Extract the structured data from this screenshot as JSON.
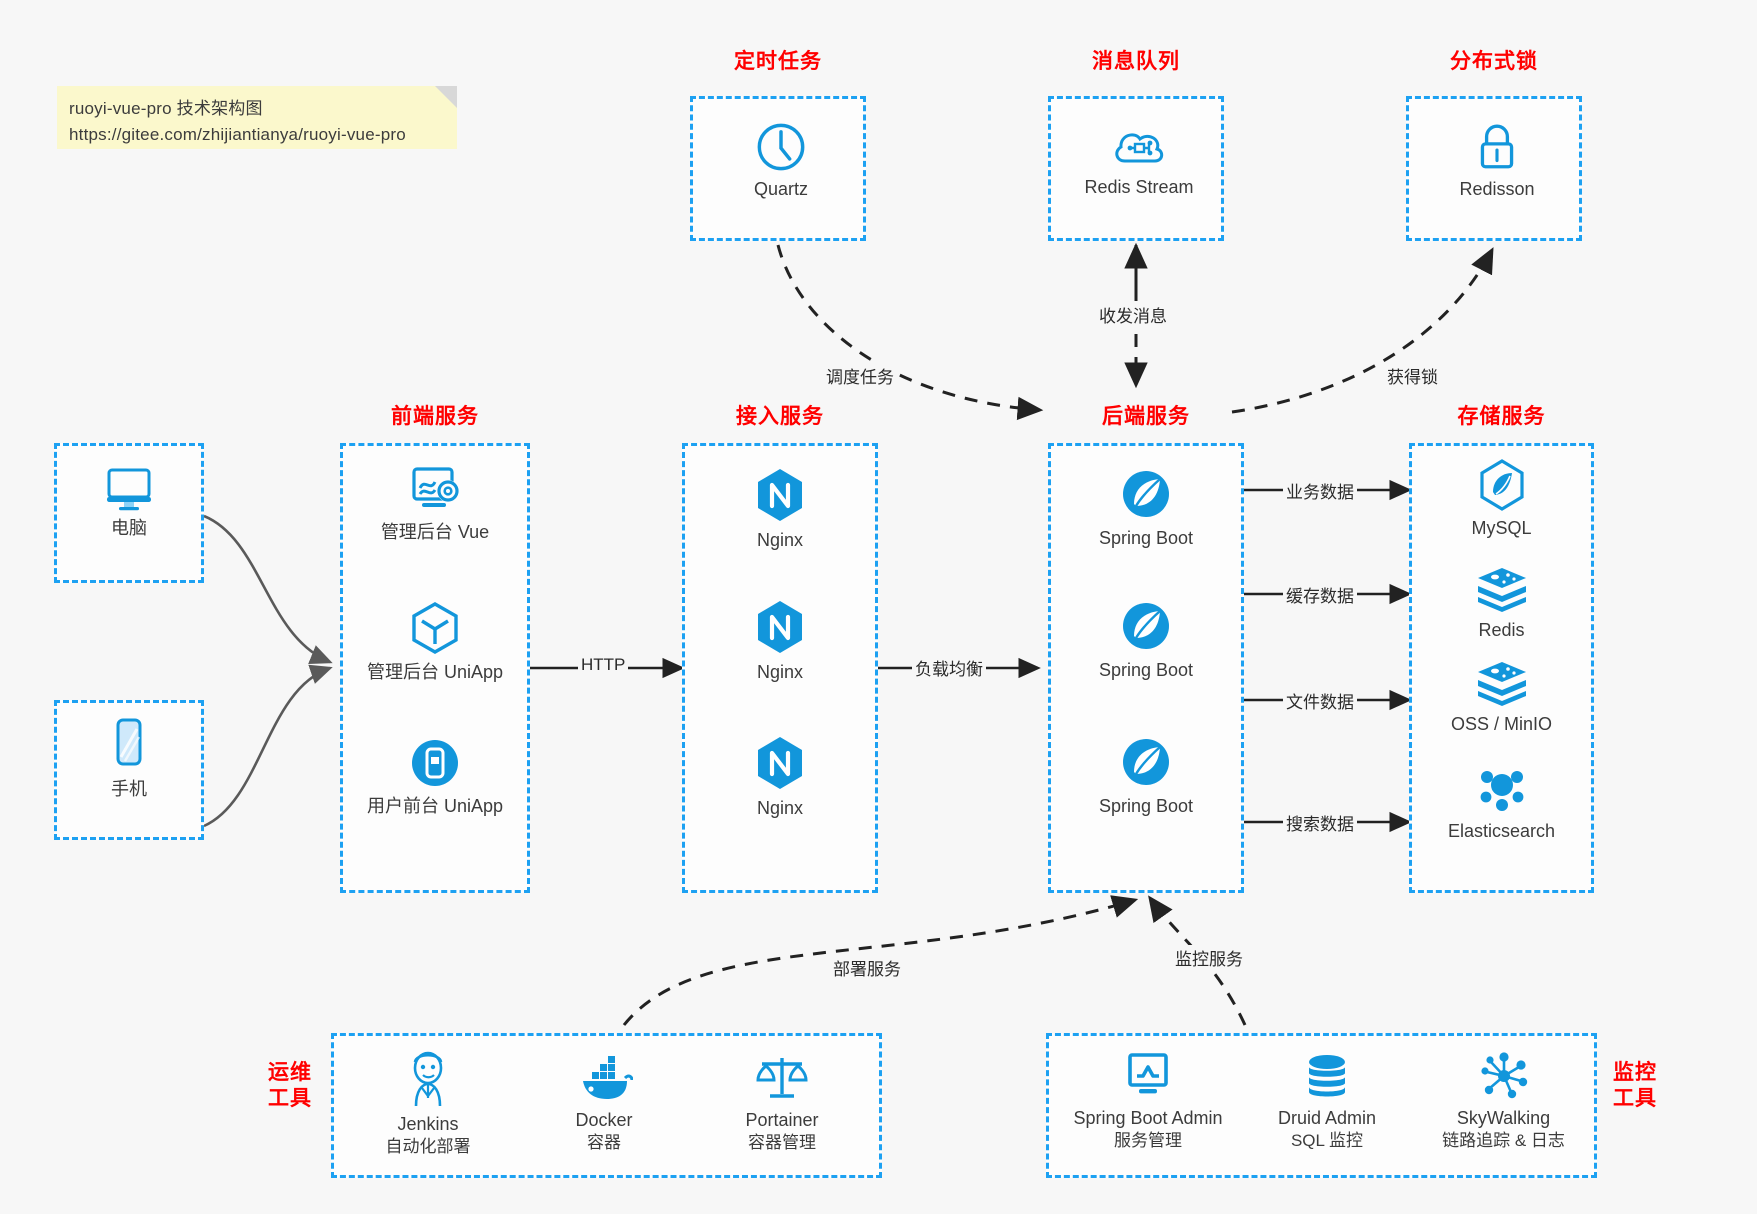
{
  "note": {
    "line1": "ruoyi-vue-pro 技术架构图",
    "line2": "https://gitee.com/zhijiantianya/ruoyi-vue-pro"
  },
  "colors": {
    "accent_blue": "#1da1f2",
    "icon_blue": "#1296db",
    "title_red": "#ff0000",
    "background": "#f7f7f7",
    "box_fill": "#fdfdfd",
    "arrow_dark": "#222222",
    "arrow_gray": "#5a5a5a",
    "note_yellow": "#fbf8cc"
  },
  "groups": {
    "scheduled_task": {
      "title": "定时任务",
      "nodes": [
        {
          "label": "Quartz",
          "icon": "clock-icon"
        }
      ]
    },
    "message_queue": {
      "title": "消息队列",
      "nodes": [
        {
          "label": "Redis Stream",
          "icon": "cloud-node-icon"
        }
      ]
    },
    "distributed_lock": {
      "title": "分布式锁",
      "nodes": [
        {
          "label": "Redisson",
          "icon": "lock-icon"
        }
      ]
    },
    "clients": {
      "nodes": [
        {
          "label": "电脑",
          "icon": "desktop-icon"
        },
        {
          "label": "手机",
          "icon": "mobile-icon"
        }
      ]
    },
    "frontend": {
      "title": "前端服务",
      "nodes": [
        {
          "label": "管理后台 Vue",
          "icon": "dashboard-gear-icon"
        },
        {
          "label": "管理后台 UniApp",
          "icon": "cube-icon"
        },
        {
          "label": "用户前台 UniApp",
          "icon": "app-window-icon"
        }
      ]
    },
    "gateway": {
      "title": "接入服务",
      "nodes": [
        {
          "label": "Nginx",
          "icon": "nginx-icon"
        },
        {
          "label": "Nginx",
          "icon": "nginx-icon"
        },
        {
          "label": "Nginx",
          "icon": "nginx-icon"
        }
      ]
    },
    "backend": {
      "title": "后端服务",
      "nodes": [
        {
          "label": "Spring Boot",
          "icon": "spring-leaf-icon"
        },
        {
          "label": "Spring Boot",
          "icon": "spring-leaf-icon"
        },
        {
          "label": "Spring Boot",
          "icon": "spring-leaf-icon"
        }
      ]
    },
    "storage": {
      "title": "存储服务",
      "nodes": [
        {
          "label": "MySQL",
          "icon": "mysql-dolphin-icon"
        },
        {
          "label": "Redis",
          "icon": "redis-stack-icon"
        },
        {
          "label": "OSS / MinIO",
          "icon": "redis-stack-icon"
        },
        {
          "label": "Elasticsearch",
          "icon": "elasticsearch-icon"
        }
      ]
    },
    "ops_tools": {
      "title_line1": "运维",
      "title_line2": "工具",
      "nodes": [
        {
          "label": "Jenkins",
          "sub": "自动化部署",
          "icon": "jenkins-butler-icon"
        },
        {
          "label": "Docker",
          "sub": "容器",
          "icon": "docker-whale-icon"
        },
        {
          "label": "Portainer",
          "sub": "容器管理",
          "icon": "scales-icon"
        }
      ]
    },
    "monitor_tools": {
      "title_line1": "监控",
      "title_line2": "工具",
      "nodes": [
        {
          "label": "Spring Boot Admin",
          "sub": "服务管理",
          "icon": "monitor-chart-icon"
        },
        {
          "label": "Druid Admin",
          "sub": "SQL 监控",
          "icon": "database-icon"
        },
        {
          "label": "SkyWalking",
          "sub": "链路追踪 & 日志",
          "icon": "skywalking-node-icon"
        }
      ]
    }
  },
  "edges": [
    {
      "id": "schedule-task",
      "label": "调度任务"
    },
    {
      "id": "send-receive-message",
      "label": "收发消息"
    },
    {
      "id": "acquire-lock",
      "label": "获得锁"
    },
    {
      "id": "http",
      "label": "HTTP"
    },
    {
      "id": "load-balance",
      "label": "负载均衡"
    },
    {
      "id": "business-data",
      "label": "业务数据"
    },
    {
      "id": "cache-data",
      "label": "缓存数据"
    },
    {
      "id": "file-data",
      "label": "文件数据"
    },
    {
      "id": "search-data",
      "label": "搜索数据"
    },
    {
      "id": "deploy-service",
      "label": "部署服务"
    },
    {
      "id": "monitor-service",
      "label": "监控服务"
    }
  ]
}
